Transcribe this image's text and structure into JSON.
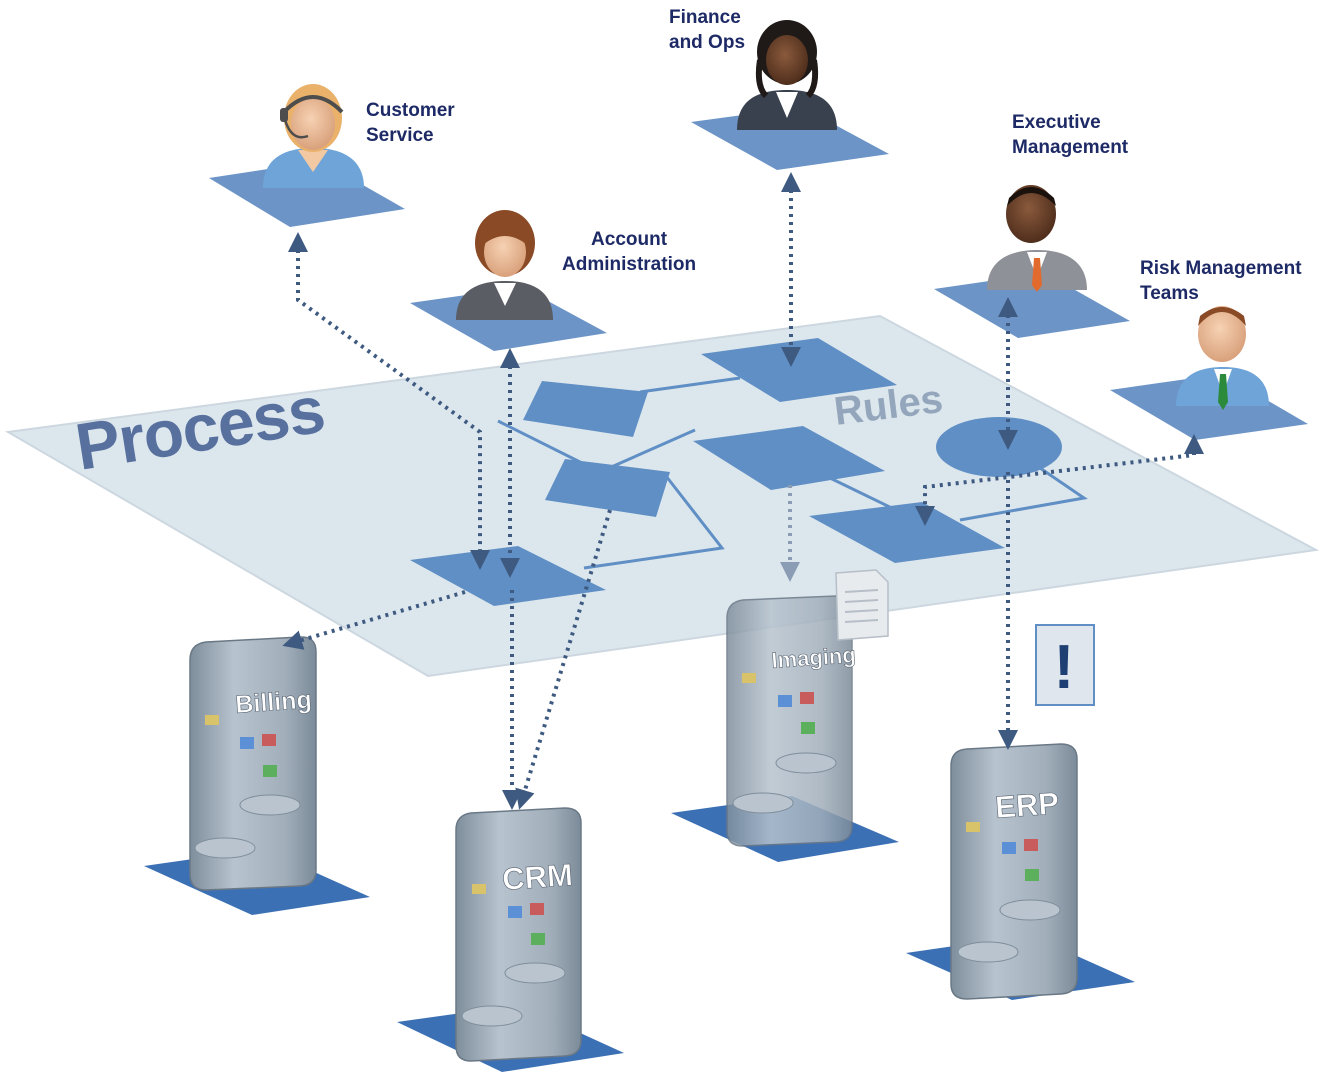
{
  "plane": {
    "process_label": "Process",
    "rules_label": "Rules"
  },
  "roles": [
    {
      "id": "customer-service",
      "line1": "Customer",
      "line2": "Service"
    },
    {
      "id": "finance-ops",
      "line1": "Finance",
      "line2": "and Ops"
    },
    {
      "id": "account-administration",
      "line1": "Account",
      "line2": "Administration"
    },
    {
      "id": "executive-management",
      "line1": "Executive",
      "line2": "Management"
    },
    {
      "id": "risk-management",
      "line1": "Risk Management",
      "line2": "Teams"
    }
  ],
  "systems": {
    "billing": "Billing",
    "crm": "CRM",
    "imaging": "Imaging",
    "erp": "ERP"
  },
  "alert_glyph": "!",
  "colors": {
    "label_text": "#1d2a66",
    "plane": "#d6e2ea",
    "node_fill": "#5f8fc4",
    "base_fill": "#3b70b4",
    "connector": "#3e5a80",
    "server_body": "#9aa8b5"
  }
}
